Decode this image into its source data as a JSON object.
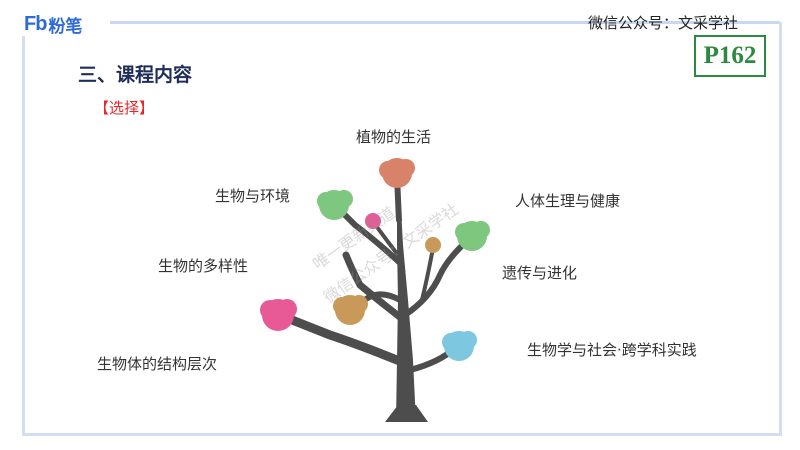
{
  "header": {
    "logo_mark": "Fb",
    "logo_text": "粉笔",
    "wechat": "微信公众号：文采学社",
    "page_number": "P162"
  },
  "section": {
    "title": "三、课程内容",
    "subtitle": "【选择】"
  },
  "tree_labels": {
    "plant_life": "植物的生活",
    "bio_env": "生物与环境",
    "human_health": "人体生理与健康",
    "diversity": "生物的多样性",
    "genetics": "遗传与进化",
    "structure": "生物体的结构层次",
    "society": "生物学与社会·跨学科实践"
  },
  "watermark": {
    "line1": "唯一更新渠道",
    "line2": "微信公众号：文采学社"
  },
  "colors": {
    "brand": "#2f6bd8",
    "trunk": "#4d4d4d",
    "badge": "#2b8a3e",
    "accent_red": "#e8262a",
    "title": "#1f2d5a",
    "blob_orange": "#d9826a",
    "blob_green": "#7dc77f",
    "blob_pink": "#e85a96",
    "blob_tan": "#c9995a",
    "blob_blue": "#7ec7e0"
  }
}
